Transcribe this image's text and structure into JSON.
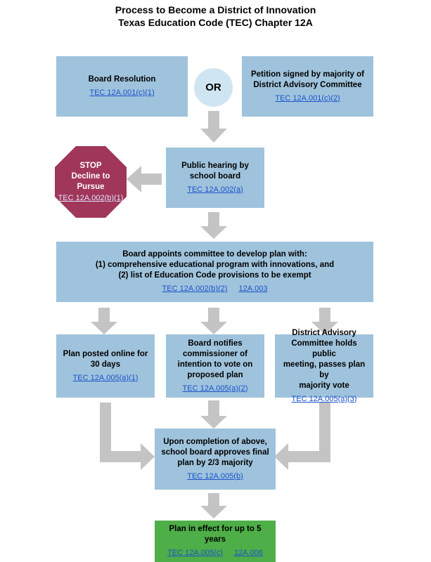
{
  "header": {
    "title_line1": "Process to Become a District of Innovation",
    "title_line2": "Texas Education Code (TEC) Chapter 12A"
  },
  "nodes": {
    "board_resolution": {
      "label": "Board Resolution",
      "link": "TEC 12A.001(c)(1)"
    },
    "or_label": "OR",
    "petition": {
      "label_line1": "Petition signed by majority of",
      "label_line2": "District Advisory Committee",
      "link": "TEC 12A.001(c)(2)"
    },
    "public_hearing": {
      "label_line1": "Public hearing by",
      "label_line2": "school board",
      "link": "TEC 12A.002(a)"
    },
    "stop": {
      "line1": "STOP",
      "line2": "Decline to",
      "line3": "Pursue",
      "link": "TEC 12A.002(b)(1)"
    },
    "committee": {
      "line1": "Board appoints committee to develop plan with:",
      "line2": "(1) comprehensive educational program with innovations, and",
      "line3": "(2) list of Education Code provisions to be exempt",
      "link1": "TEC 12A.002(b)(2)",
      "link2": "12A.003"
    },
    "posted_online": {
      "line1": "Plan posted online for",
      "line2": "30 days",
      "link": "TEC 12A.005(a)(1)"
    },
    "notifies": {
      "line1": "Board notifies",
      "line2": "commissioner of",
      "line3": "intention to vote on",
      "line4": "proposed plan",
      "link": "TEC 12A.005(a)(2)"
    },
    "advisory_meeting": {
      "line1": "District Advisory",
      "line2": "Committee holds public",
      "line3": "meeting, passes plan by",
      "line4": "majority vote",
      "link": "TEC 12A.005(a)(3)"
    },
    "approval": {
      "line1": "Upon completion of above,",
      "line2": "school board approves final",
      "line3": "plan by 2/3 majority",
      "link": "TEC 12A.005(b)"
    },
    "in_effect": {
      "label": "Plan in effect for up to 5 years",
      "link1": "TEC 12A.005(c)",
      "link2": "12A.006"
    }
  },
  "colors": {
    "box": "#9fc3dc",
    "circle": "#cfe6f2",
    "stop": "#a0365a",
    "final": "#4eae48",
    "arrow": "#c4c4c4",
    "link": "#1a52cc"
  }
}
